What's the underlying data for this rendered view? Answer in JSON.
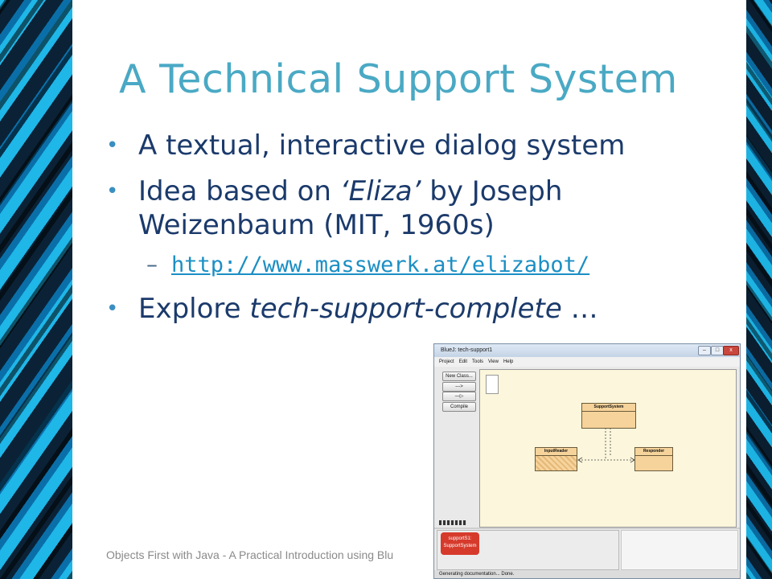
{
  "slide": {
    "title": "A Technical Support System",
    "bullets": [
      "A textual, interactive dialog system",
      "Idea based on ",
      "Explore "
    ],
    "bullet2_em": "‘Eliza’",
    "bullet2_rest": " by Joseph Weizenbaum (MIT, 1960s)",
    "sub_link": "http://www.masswerk.at/elizabot/",
    "bullet3_em": "tech-support-complete",
    "bullet3_rest": " …",
    "footer": "Objects First with Java - A Practical Introduction using Blu"
  },
  "bluej": {
    "title": "BlueJ: tech-support1",
    "controls": [
      "–",
      "□",
      "x"
    ],
    "menu": [
      "Project",
      "Edit",
      "Tools",
      "View",
      "Help"
    ],
    "buttons": {
      "new_class": "New Class...",
      "arrow1": "--->",
      "arrow2": "—▷",
      "compile": "Compile"
    },
    "classes": {
      "main": "SupportSystem",
      "left": "InputReader",
      "right": "Responder"
    },
    "object": {
      "line1": "supportS1:",
      "line2": "SupportSystem"
    },
    "status": "Generating documentation... Done."
  }
}
